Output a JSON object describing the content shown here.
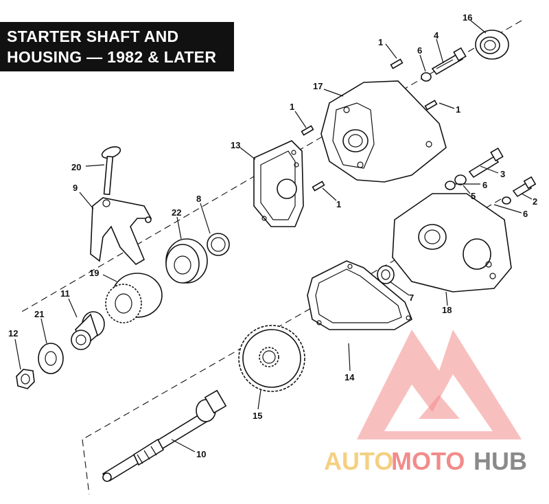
{
  "title": {
    "line1": "STARTER SHAFT AND",
    "line2": "HOUSING — 1982 & LATER"
  },
  "callouts": {
    "c1a": "1",
    "c1b": "1",
    "c1c": "1",
    "c1d": "1",
    "c2": "2",
    "c3": "3",
    "c4": "4",
    "c5": "5",
    "c6a": "6",
    "c6b": "6",
    "c6c": "6",
    "c7": "7",
    "c8": "8",
    "c9": "9",
    "c10": "10",
    "c11": "11",
    "c12": "12",
    "c13": "13",
    "c14": "14",
    "c15": "15",
    "c16": "16",
    "c17": "17",
    "c18": "18",
    "c19": "19",
    "c20": "20",
    "c21": "21",
    "c22": "22"
  },
  "watermark": {
    "part1": "AUTO",
    "part2": "MOTO",
    "part3": "HUB",
    "color_primary": "#f08080",
    "color_secondary": "#f5d080",
    "color_dark": "#8a8a8a"
  }
}
